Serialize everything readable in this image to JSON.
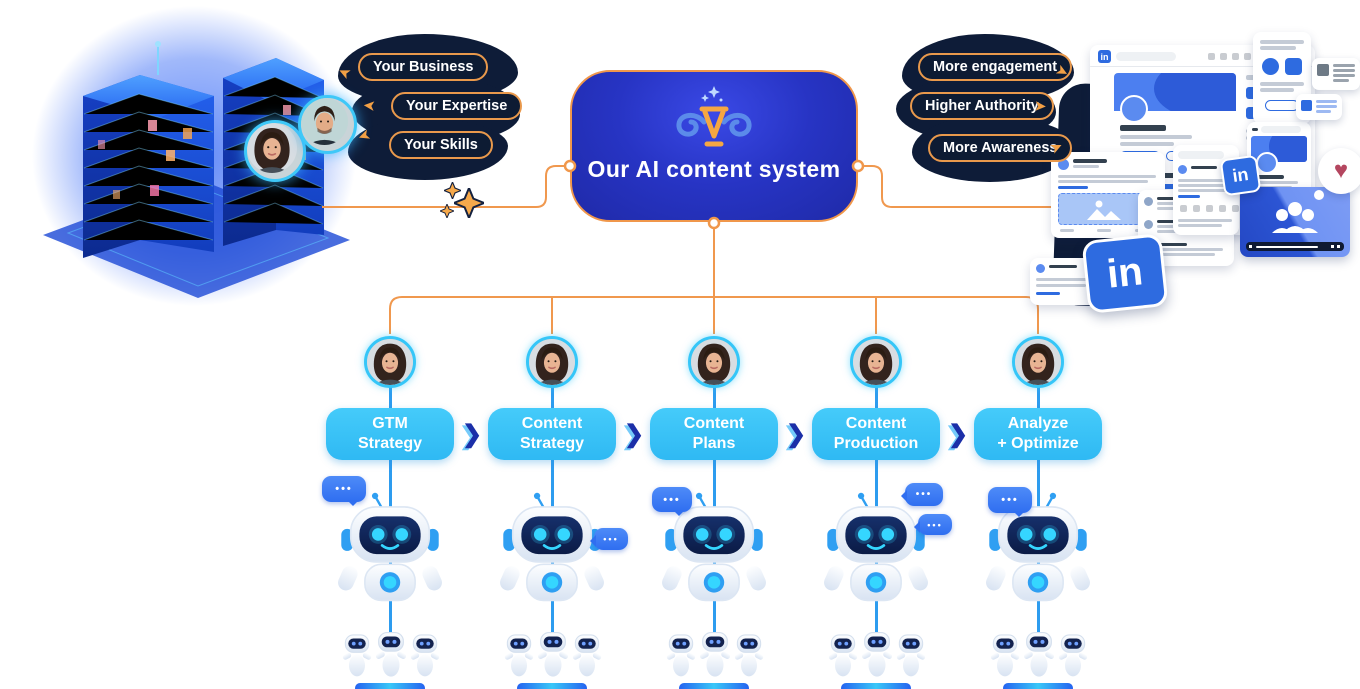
{
  "colors": {
    "accent_orange": "#F0984E",
    "navy_blob": "#0E1C38",
    "center_box_blue": "#2734C4",
    "stage_cyan": "#38C5F8",
    "column_line_blue": "#2D9CEF",
    "linkedin_blue": "#2E6BE0",
    "heart_red": "#B4465F",
    "bubble_blue": "#2F6EF0"
  },
  "center_box": {
    "title": "Our AI content system",
    "logo": "cvc-trophy-logo"
  },
  "inputs": {
    "pills": [
      {
        "label": "Your Business"
      },
      {
        "label": "Your Expertise"
      },
      {
        "label": "Your Skills"
      }
    ]
  },
  "outcomes": {
    "pills": [
      {
        "label": "More engagement"
      },
      {
        "label": "Higher Authority"
      },
      {
        "label": "More Awareness"
      }
    ]
  },
  "pipeline": {
    "stages": [
      {
        "lines": [
          "GTM",
          "Strategy"
        ]
      },
      {
        "lines": [
          "Content",
          "Strategy"
        ]
      },
      {
        "lines": [
          "Content",
          "Plans"
        ]
      },
      {
        "lines": [
          "Content",
          "Production"
        ]
      },
      {
        "lines": [
          "Analyze",
          "+ Optimize"
        ]
      }
    ]
  },
  "icons": {
    "linkedin": "in",
    "heart": "♥",
    "chevron": "❯",
    "typing_dots": "•••",
    "arrow": "➤"
  }
}
